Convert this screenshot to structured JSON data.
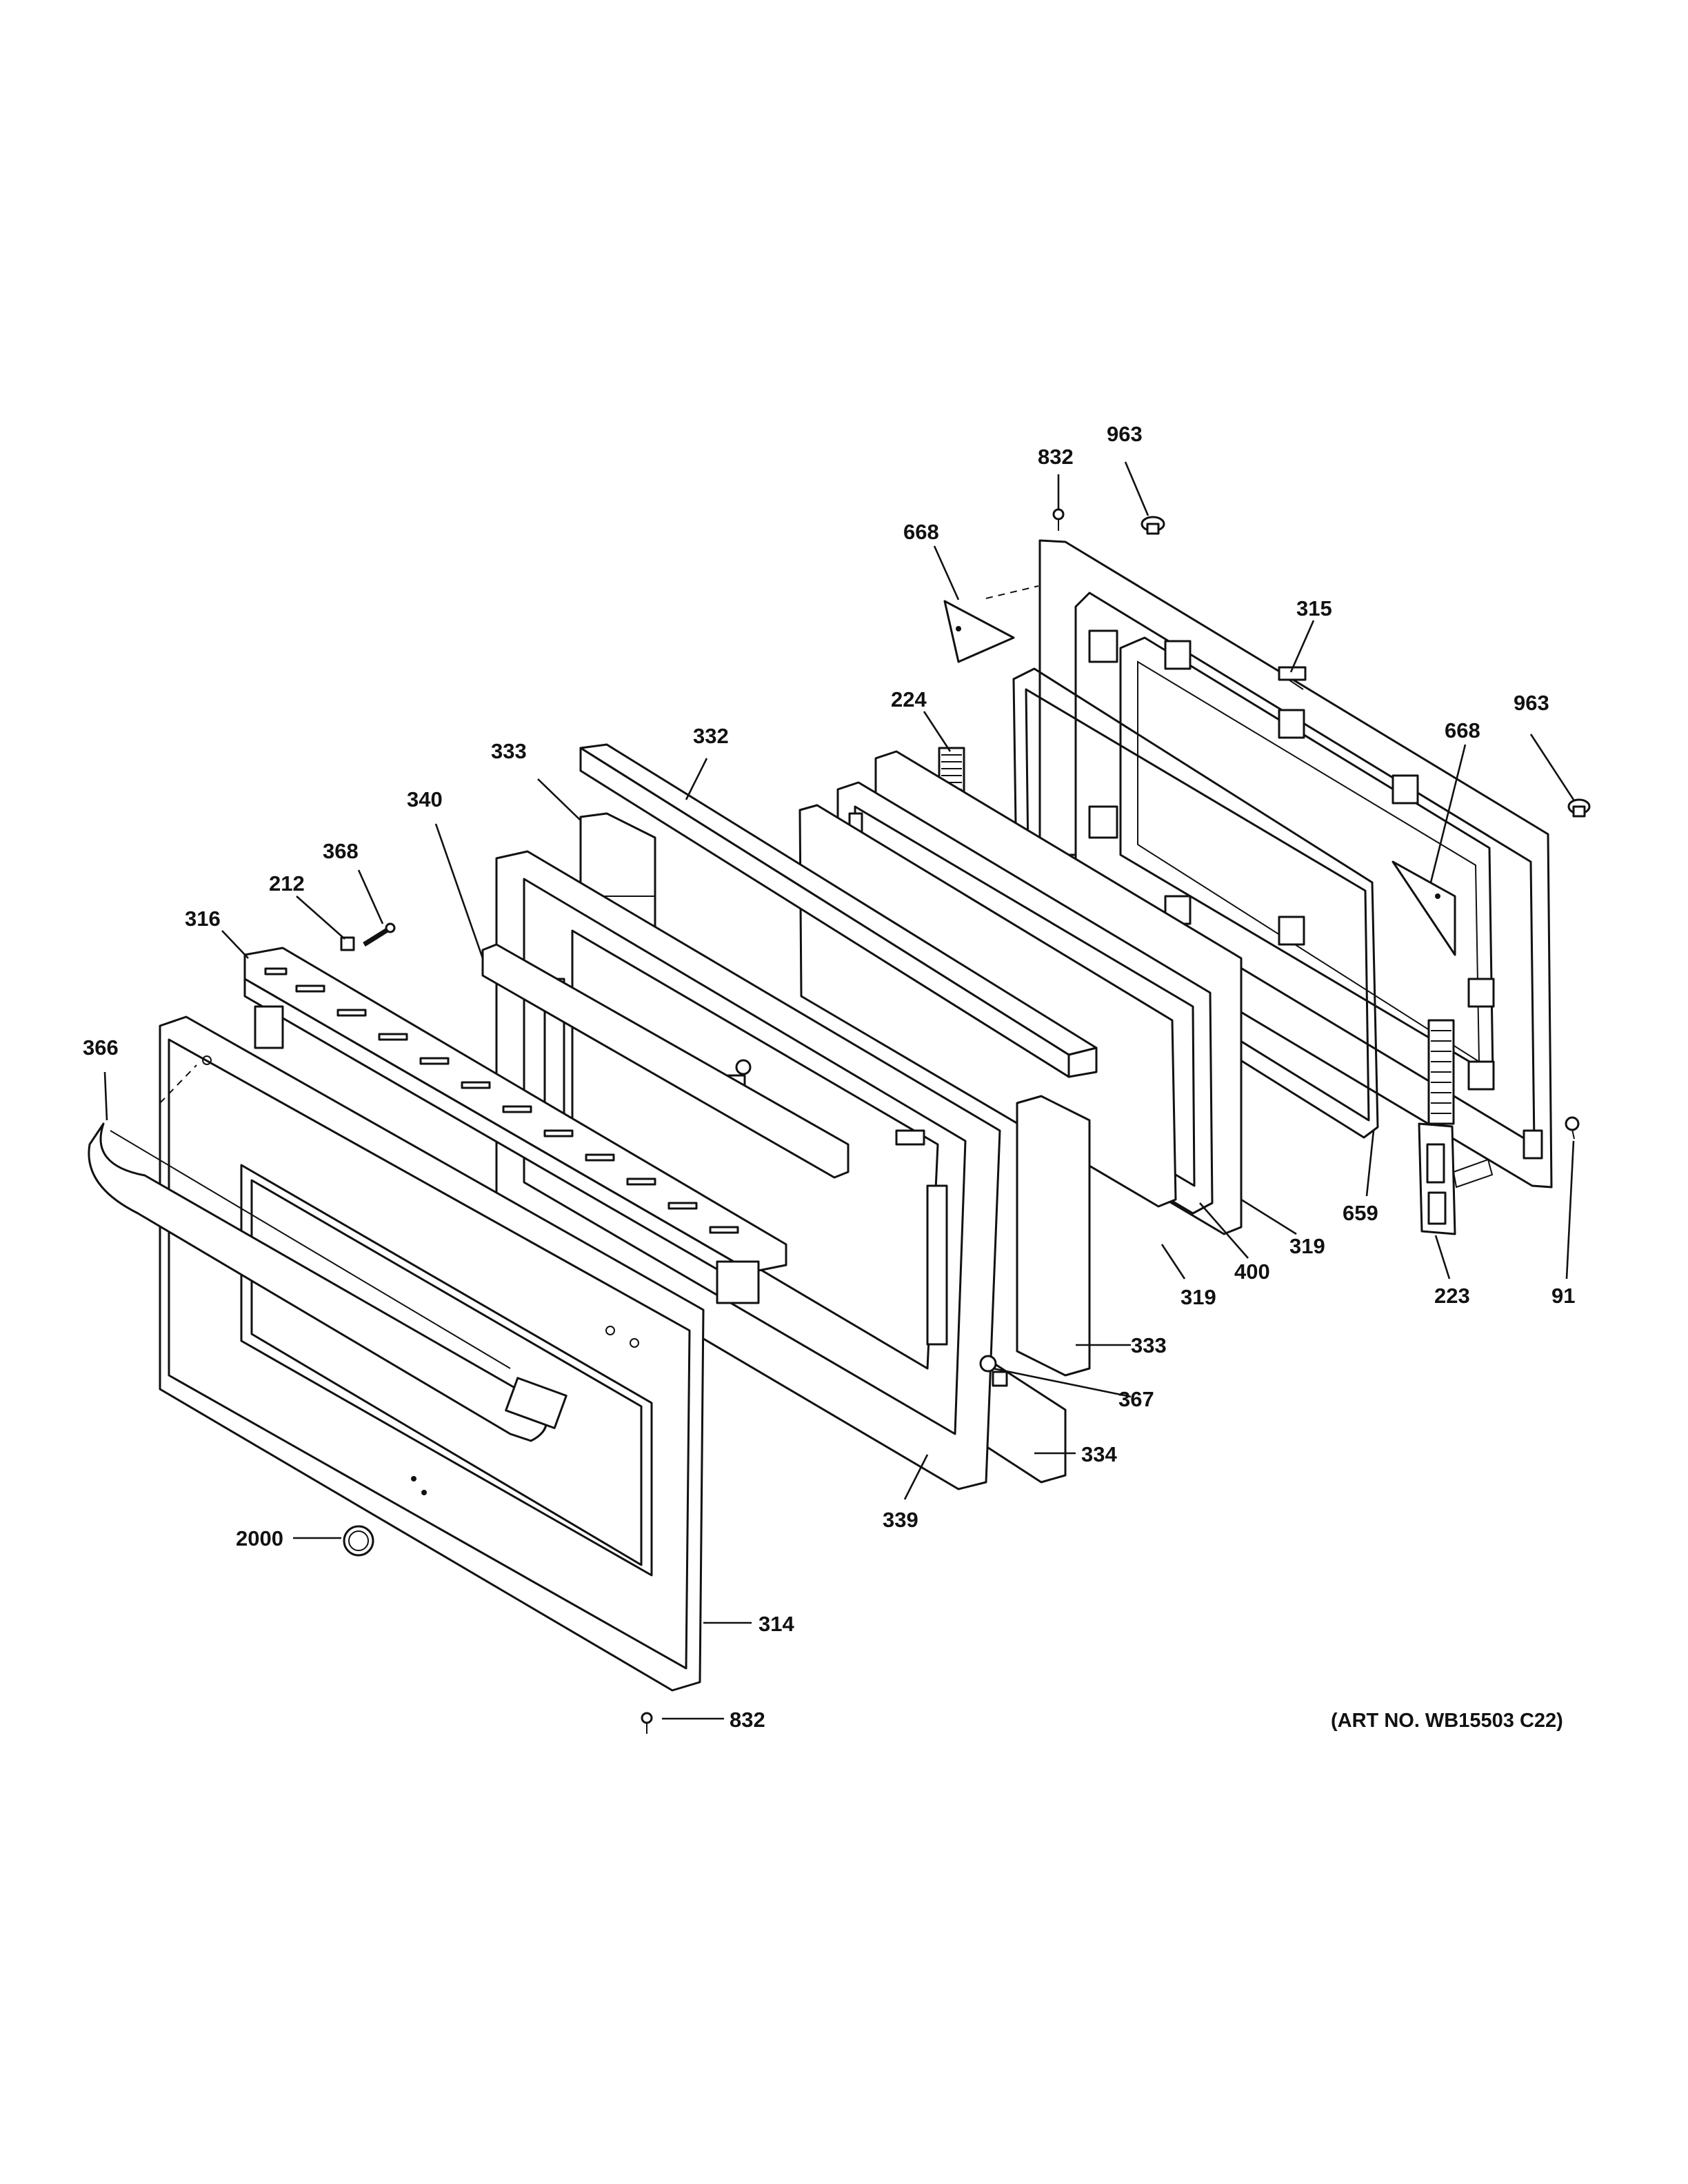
{
  "diagram": {
    "callouts": {
      "c963_top": "963",
      "c832_top": "832",
      "c668_left": "668",
      "c315": "315",
      "c963_right": "963",
      "c668_right": "668",
      "c224": "224",
      "c332": "332",
      "c333_top": "333",
      "c340": "340",
      "c368": "368",
      "c212": "212",
      "c316": "316",
      "c366": "366",
      "c659": "659",
      "c319_right": "319",
      "c400": "400",
      "c319_left": "319",
      "c223": "223",
      "c91": "91",
      "c333_bottom": "333",
      "c367": "367",
      "c334": "334",
      "c339": "339",
      "c2000": "2000",
      "c314": "314",
      "c832_bottom": "832"
    },
    "art_number": "(ART NO. WB15503 C22)"
  }
}
